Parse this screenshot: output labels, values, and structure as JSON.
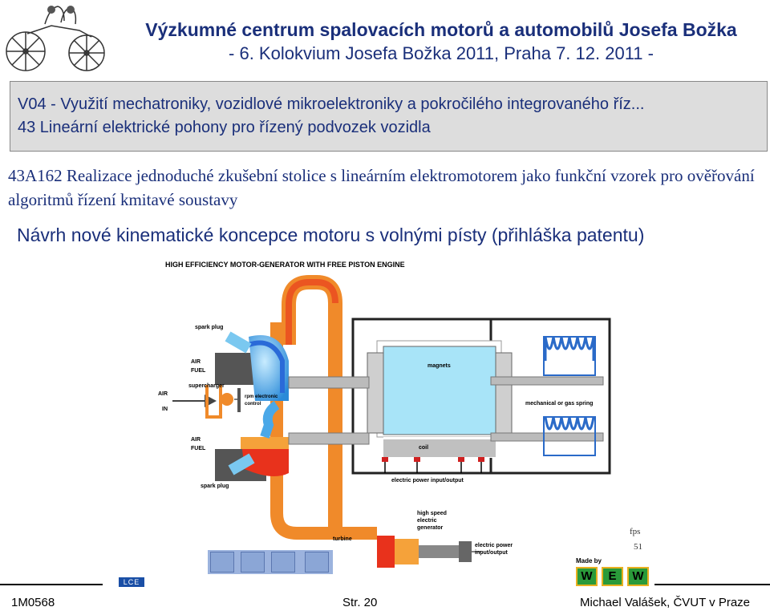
{
  "header": {
    "title": "Výzkumné centrum spalovacích motorů a automobilů Josefa Božka",
    "subtitle": "- 6. Kolokvium Josefa Božka 2011, Praha 7. 12. 2011 -"
  },
  "topic_box": {
    "line1": "V04 - Využití mechatroniky, vozidlové mikroelektroniky a pokročilého integrovaného říz...",
    "line2": "43 Lineární elektrické pohony pro řízený podvozek vozidla"
  },
  "subtopic": "43A162 Realizace jednoduché zkušební stolice s lineárním elektromotorem jako funkční vzorek pro ověřování algoritmů řízení kmitavé soustavy",
  "heading": "Návrh nové kinematické koncepce motoru s volnými písty (přihláška patentu)",
  "diagram": {
    "title": "HIGH EFFICIENCY MOTOR-GENERATOR WITH FREE PISTON ENGINE",
    "labels": {
      "spark_plug_top": "spark plug",
      "air_top": "AIR",
      "fuel_top": "FUEL",
      "supercharger": "supercharger",
      "air_in_1": "AIR",
      "air_in_2": "IN",
      "rpm_1": "rpm electronic",
      "rpm_2": "control",
      "air_bottom": "AIR",
      "fuel_bottom": "FUEL",
      "spark_plug_bottom": "spark plug",
      "magnets": "magnets",
      "coil": "coil",
      "spring": "mechanical or gas spring",
      "electric_power": "electric power input/output",
      "gen_1": "high speed",
      "gen_2": "electric",
      "gen_3": "generator",
      "turbine": "turbine",
      "gen_power_1": "electric power",
      "gen_power_2": "input/output"
    }
  },
  "player": {
    "fps_label": "fps",
    "fps_value": "51",
    "made_by": "Made by",
    "brand_letters": [
      "W",
      "E",
      "W"
    ],
    "lce": "LCE"
  },
  "footer": {
    "left": "1M0568",
    "center": "Str. 20",
    "right": "Michael Valášek, ČVUT v Praze"
  },
  "colors": {
    "heading_blue": "#1a2f7a",
    "hot_red": "#e8321c",
    "pipe_orange": "#f08020",
    "cool_blue": "#3aa0e0",
    "magnet_cyan": "#a8e4f8"
  }
}
